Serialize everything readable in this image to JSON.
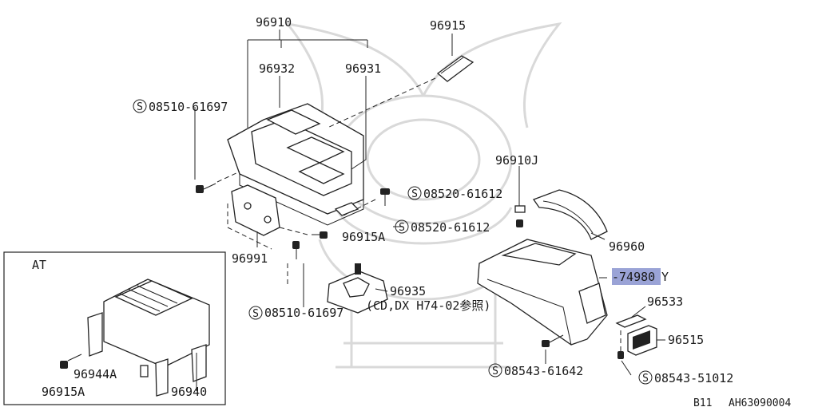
{
  "parts": {
    "p96910": "96910",
    "p96915": "96915",
    "p96932": "96932",
    "p96931": "96931",
    "s08510_top": "08510-61697",
    "s08520_a": "08520-61612",
    "p96910j": "96910J",
    "s08520_b": "08520-61612",
    "p96960": "96960",
    "p96915a_main": "96915A",
    "p96991": "96991",
    "p74980y_box": "-74980",
    "p74980y_suffix": "Y",
    "s08510_bottom": "08510-61697",
    "p96935": "96935",
    "p96935_note": "(CD,DX H74-02参照)",
    "p96533": "96533",
    "p96515": "96515",
    "s08543_a": "08543-61642",
    "s08543_b": "08543-51012",
    "at_title": "AT",
    "p96944a": "96944A",
    "p96915a_at": "96915A",
    "p96940": "96940"
  },
  "footer": {
    "section": "B11",
    "code": "AH63090004"
  },
  "symbol": "S",
  "colors": {
    "highlight": "#9aa3d6",
    "ink": "#222222",
    "watermark": "#d9d9d9"
  }
}
